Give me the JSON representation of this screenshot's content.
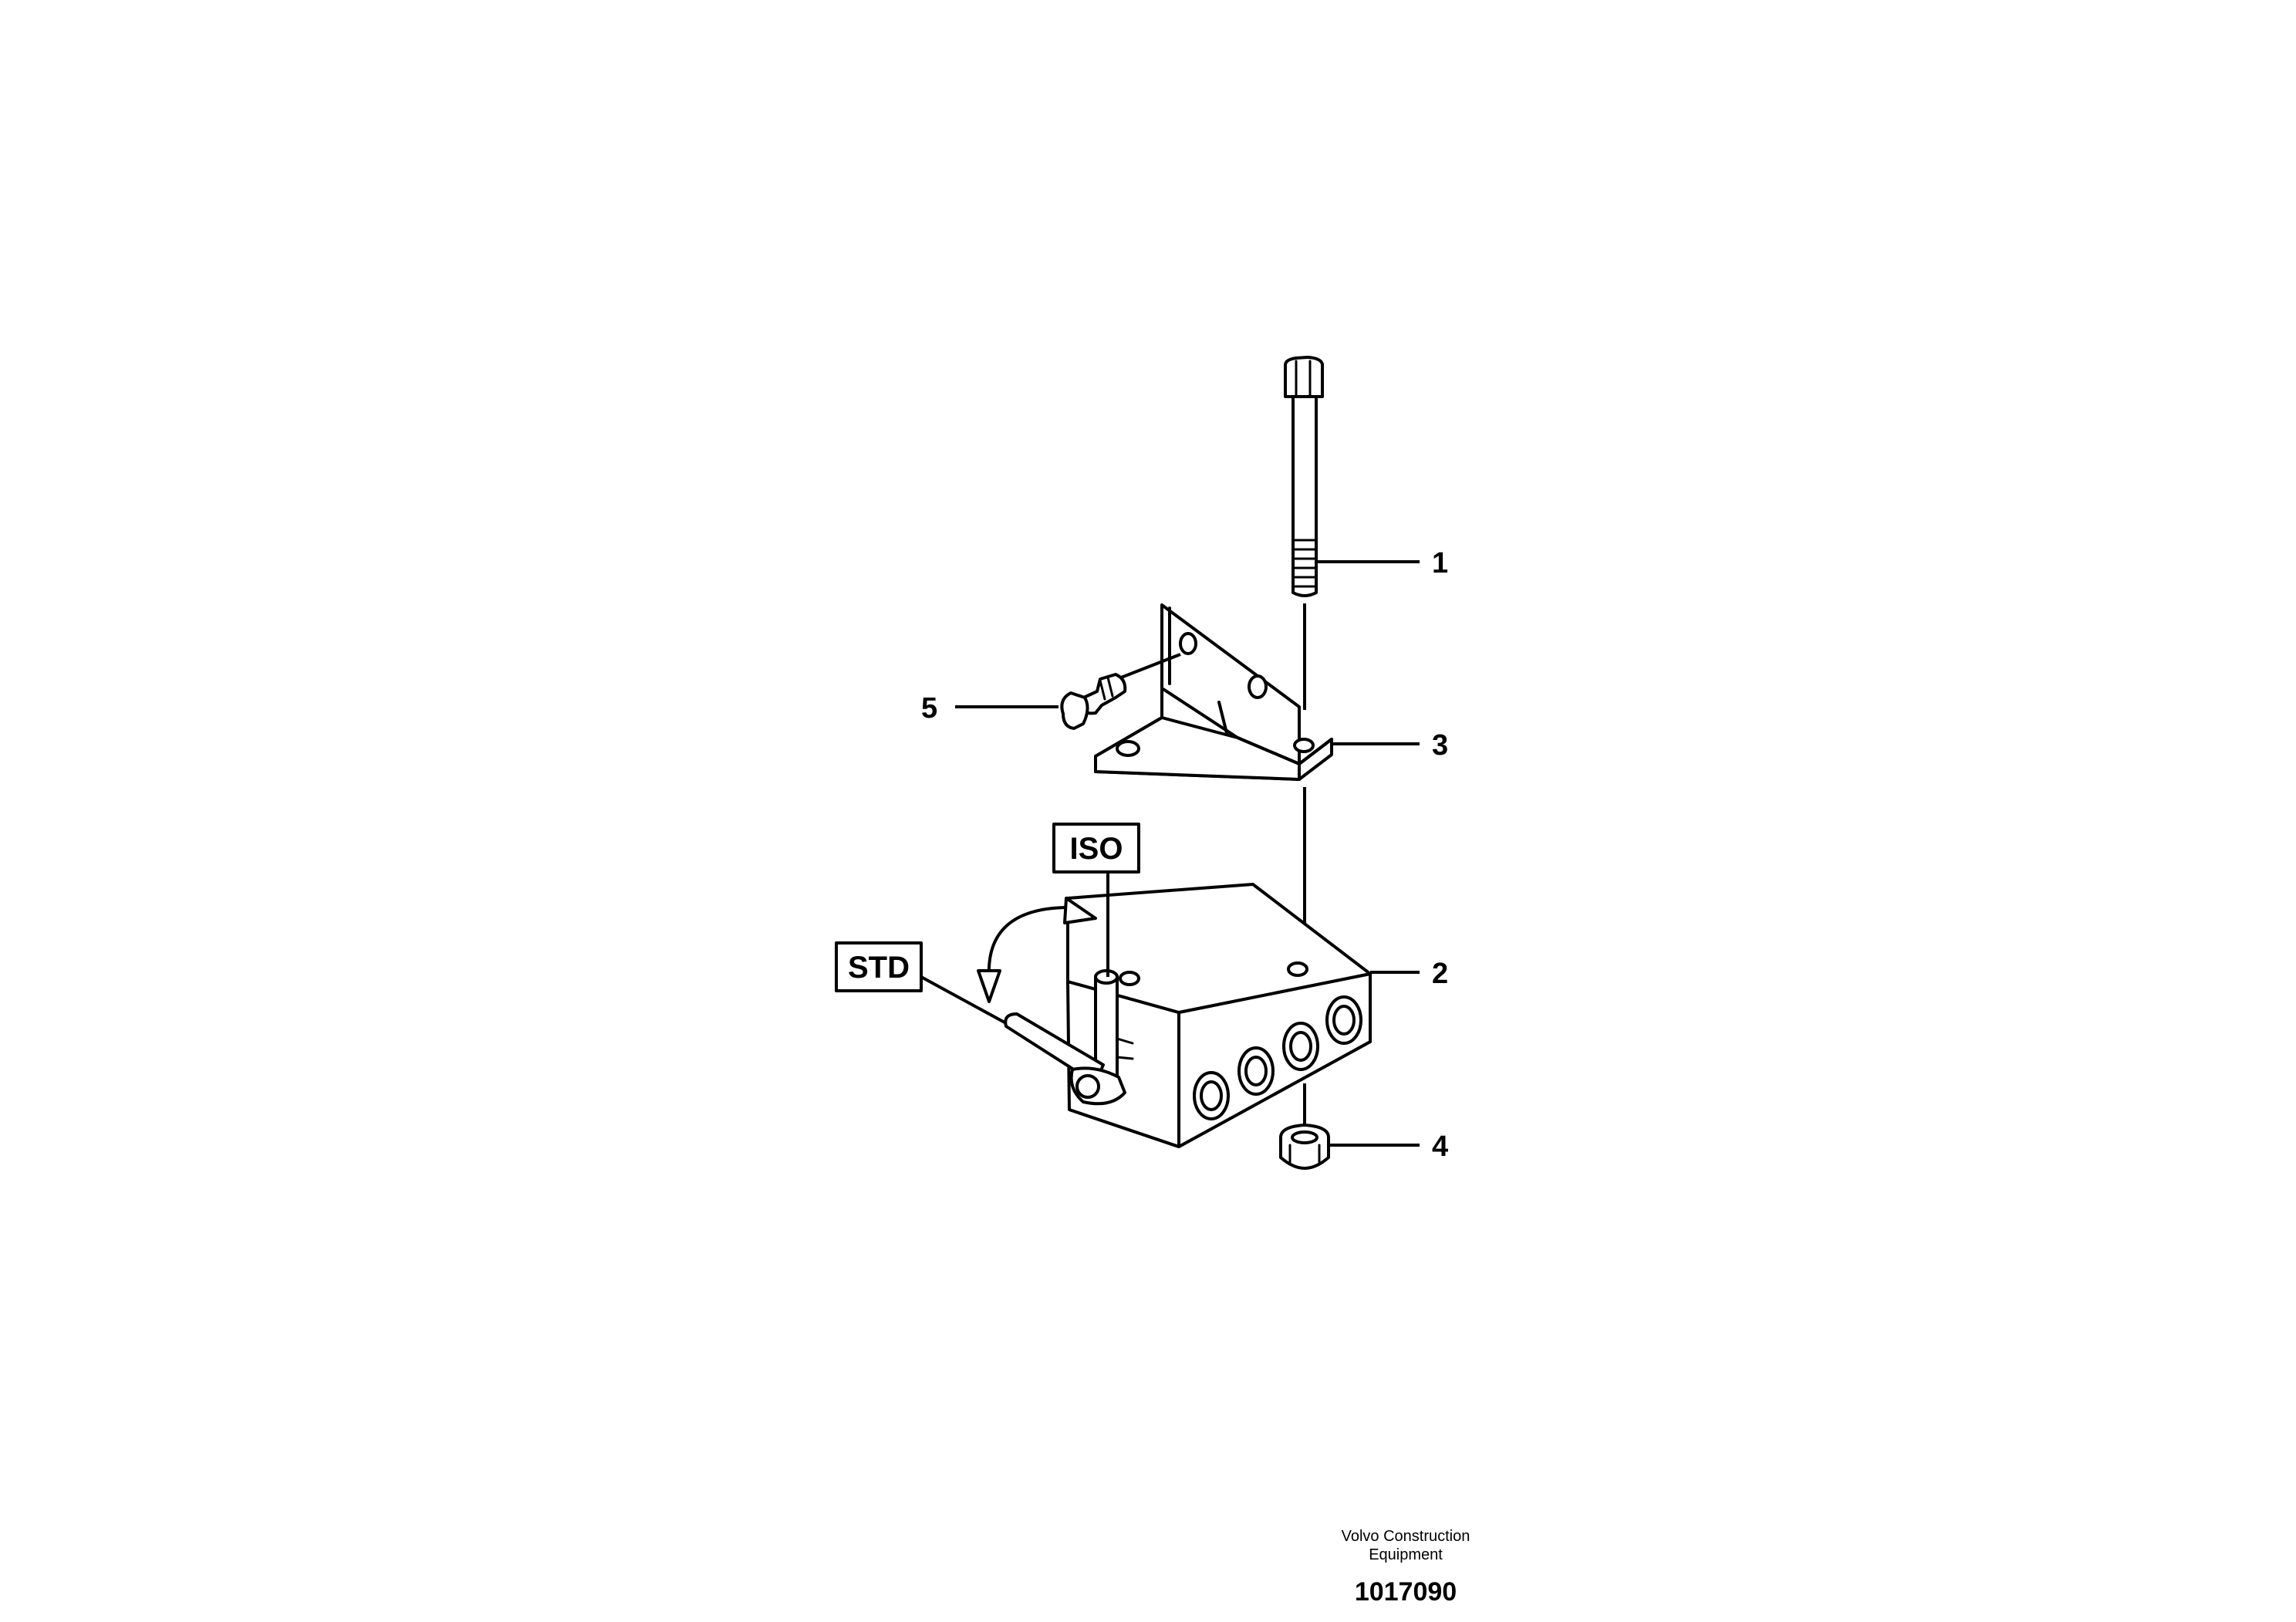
{
  "callouts": [
    "1",
    "2",
    "3",
    "4",
    "5"
  ],
  "position_labels": {
    "iso": "ISO",
    "std": "STD"
  },
  "footer": {
    "company_line1": "Volvo Construction",
    "company_line2": "Equipment",
    "document_number": "1017090"
  }
}
